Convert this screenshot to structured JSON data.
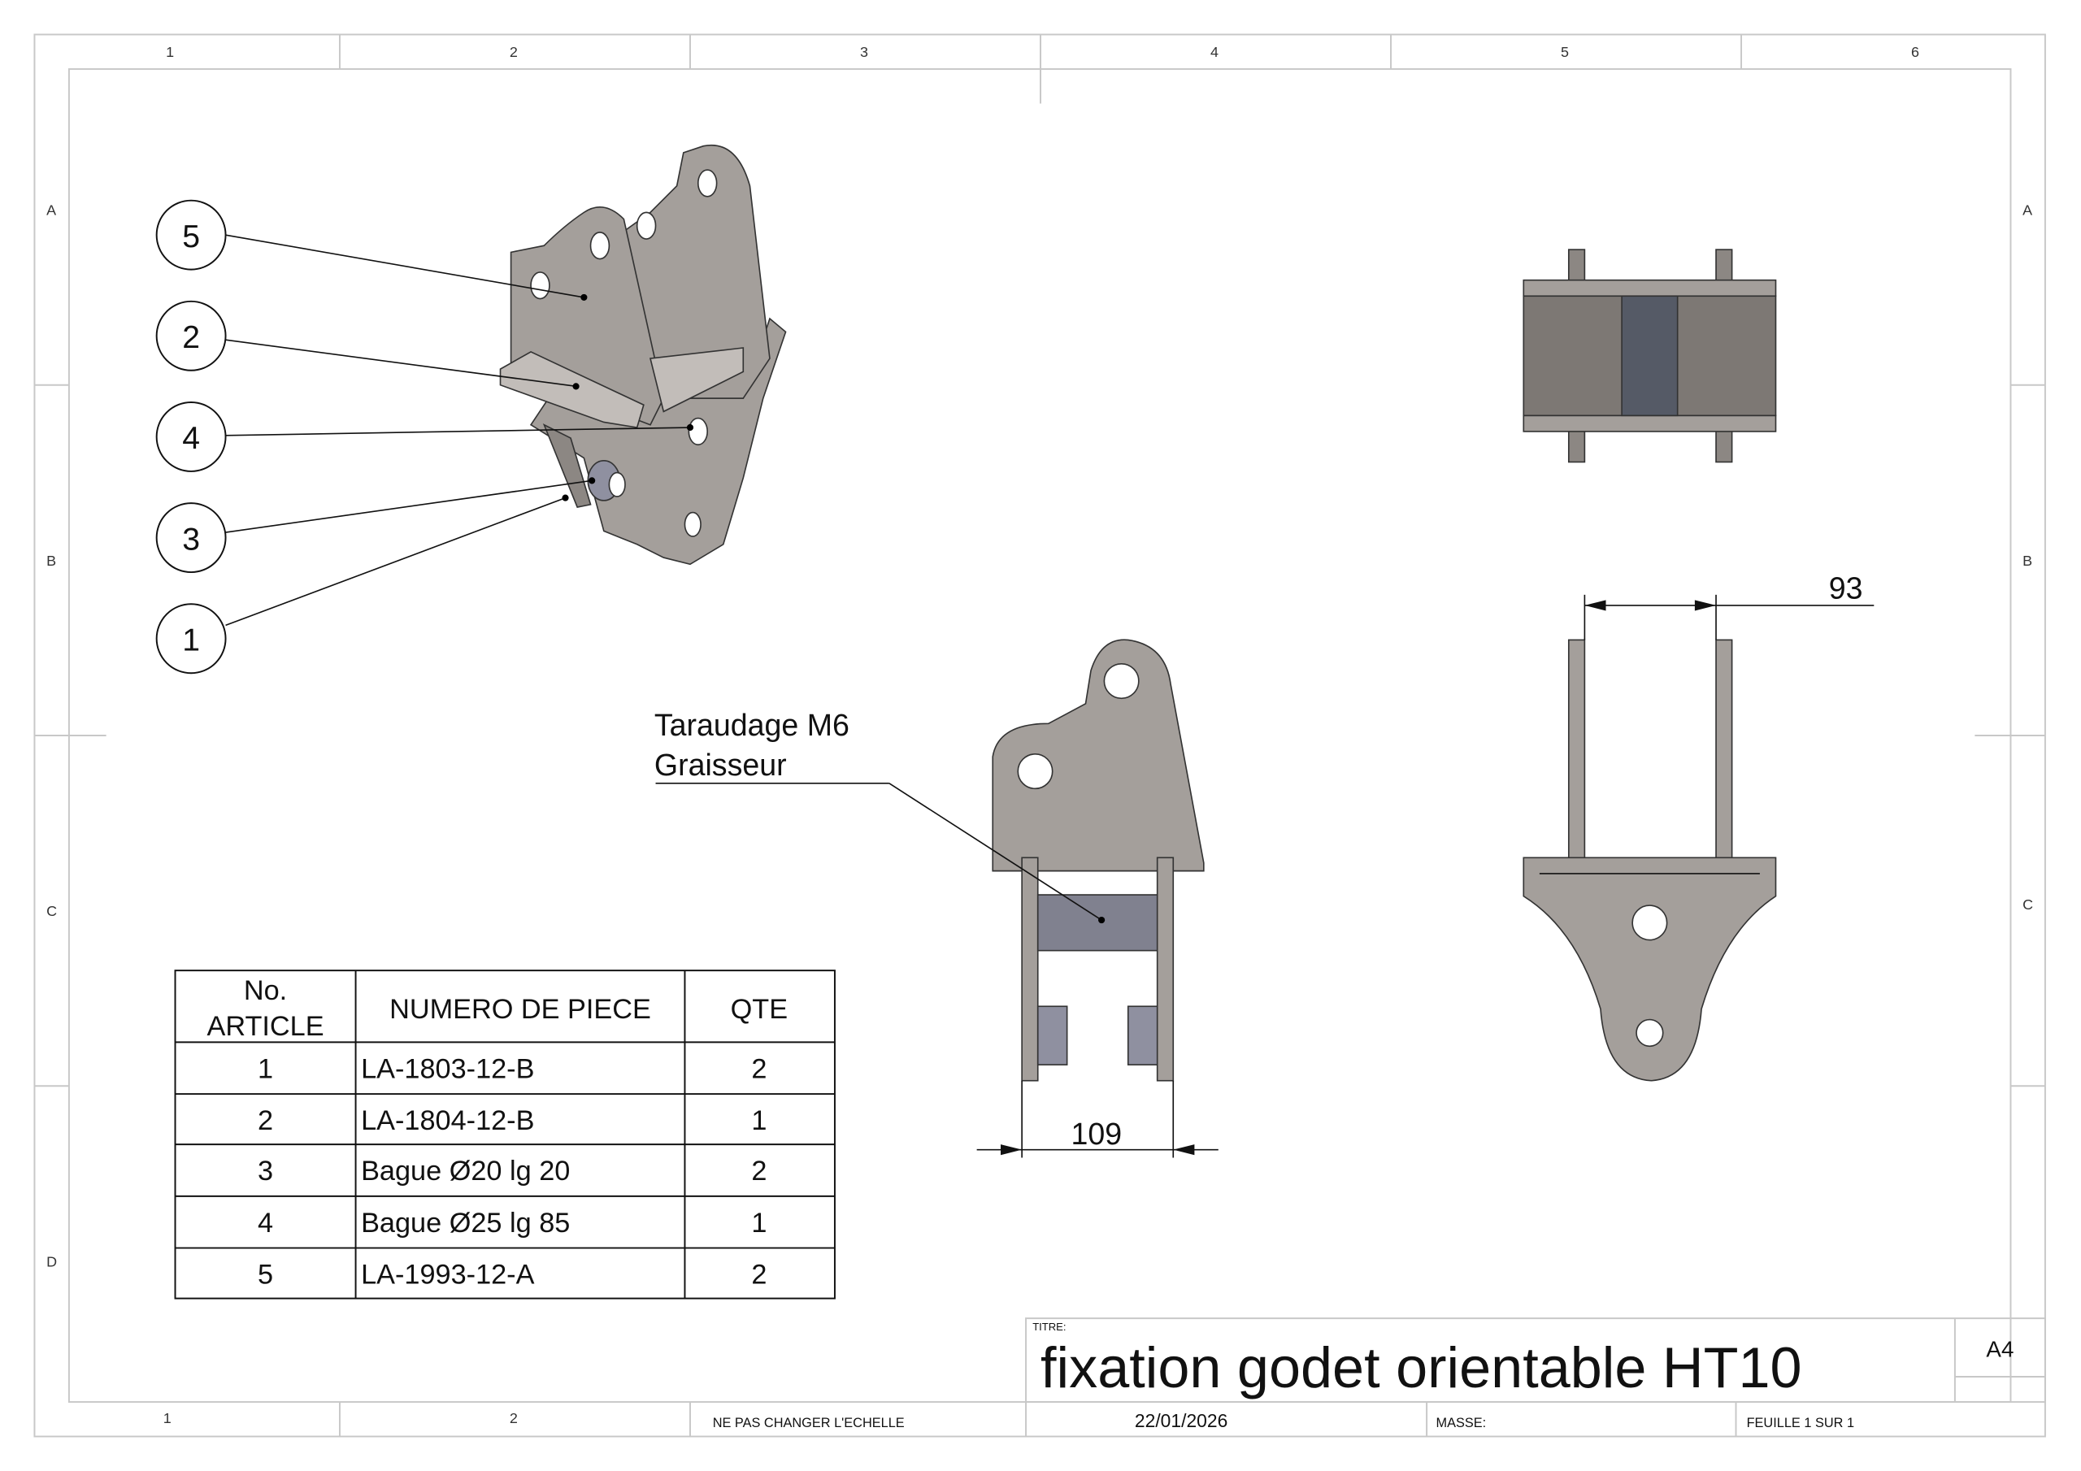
{
  "sheet": {
    "zones_columns": [
      "1",
      "2",
      "3",
      "4",
      "5",
      "6"
    ],
    "zones_rows": [
      "A",
      "B",
      "C",
      "D"
    ],
    "balloons": [
      "5",
      "2",
      "4",
      "3",
      "1"
    ]
  },
  "bom": {
    "headers": {
      "no_line1": "No.",
      "no_line2": "ARTICLE",
      "part": "NUMERO DE PIECE",
      "qty": "QTE"
    },
    "rows": [
      {
        "no": "1",
        "part": "LA-1803-12-B",
        "qty": "2"
      },
      {
        "no": "2",
        "part": "LA-1804-12-B",
        "qty": "1"
      },
      {
        "no": "3",
        "part": "Bague Ø20 lg 20",
        "qty": "2"
      },
      {
        "no": "4",
        "part": "Bague Ø25 lg 85",
        "qty": "1"
      },
      {
        "no": "5",
        "part": "LA-1993-12-A",
        "qty": "2"
      }
    ]
  },
  "annotations": {
    "note_line1": "Taraudage M6",
    "note_line2": "Graisseur",
    "dim_width": "109",
    "dim_spacing": "93"
  },
  "title_block": {
    "title_label": "TITRE:",
    "title": "fixation godet orientable HT10",
    "format": "A4",
    "scale_note": "NE PAS CHANGER L'ECHELLE",
    "date": "22/01/2026",
    "mass_label": "MASSE:",
    "sheet": "FEUILLE 1 SUR 1"
  }
}
